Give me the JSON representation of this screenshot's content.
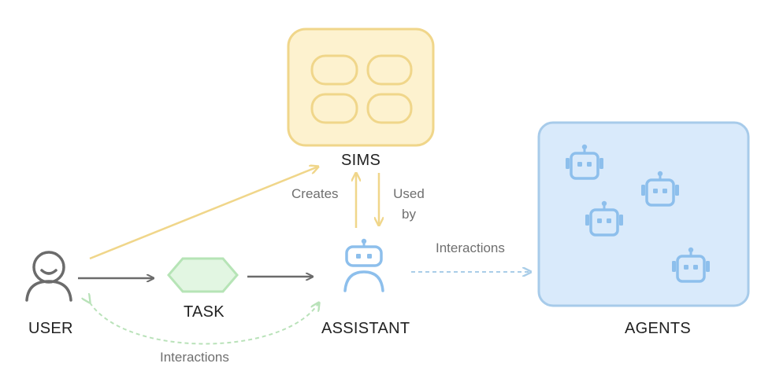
{
  "nodes": {
    "user": {
      "label": "USER",
      "icon": "person-icon"
    },
    "task": {
      "label": "TASK",
      "icon": "hexagon-icon"
    },
    "assistant": {
      "label": "ASSISTANT",
      "icon": "robot-icon"
    },
    "sims": {
      "label": "SIMS",
      "icon": "grid-icon"
    },
    "agents": {
      "label": "AGENTS",
      "icon": "robot-icon"
    }
  },
  "edges": {
    "creates": "Creates",
    "used_by_line1": "Used",
    "used_by_line2": "by",
    "assistant_agents": "Interactions",
    "user_assistant": "Interactions"
  },
  "colors": {
    "sims_fill": "#FDF2CF",
    "sims_stroke": "#F0D68A",
    "agents_fill": "#D9EAFB",
    "agents_stroke": "#A7CBEA",
    "robot": "#8DBFEC",
    "task_fill": "#E2F6E2",
    "task_stroke": "#B6E4B6",
    "user_icon": "#6B6B6B",
    "dark_arrow": "#6B6B6B",
    "yellow_arrow": "#F0D68A",
    "blue_dashed": "#A9CDE8",
    "green_dashed": "#B9E2B9"
  }
}
